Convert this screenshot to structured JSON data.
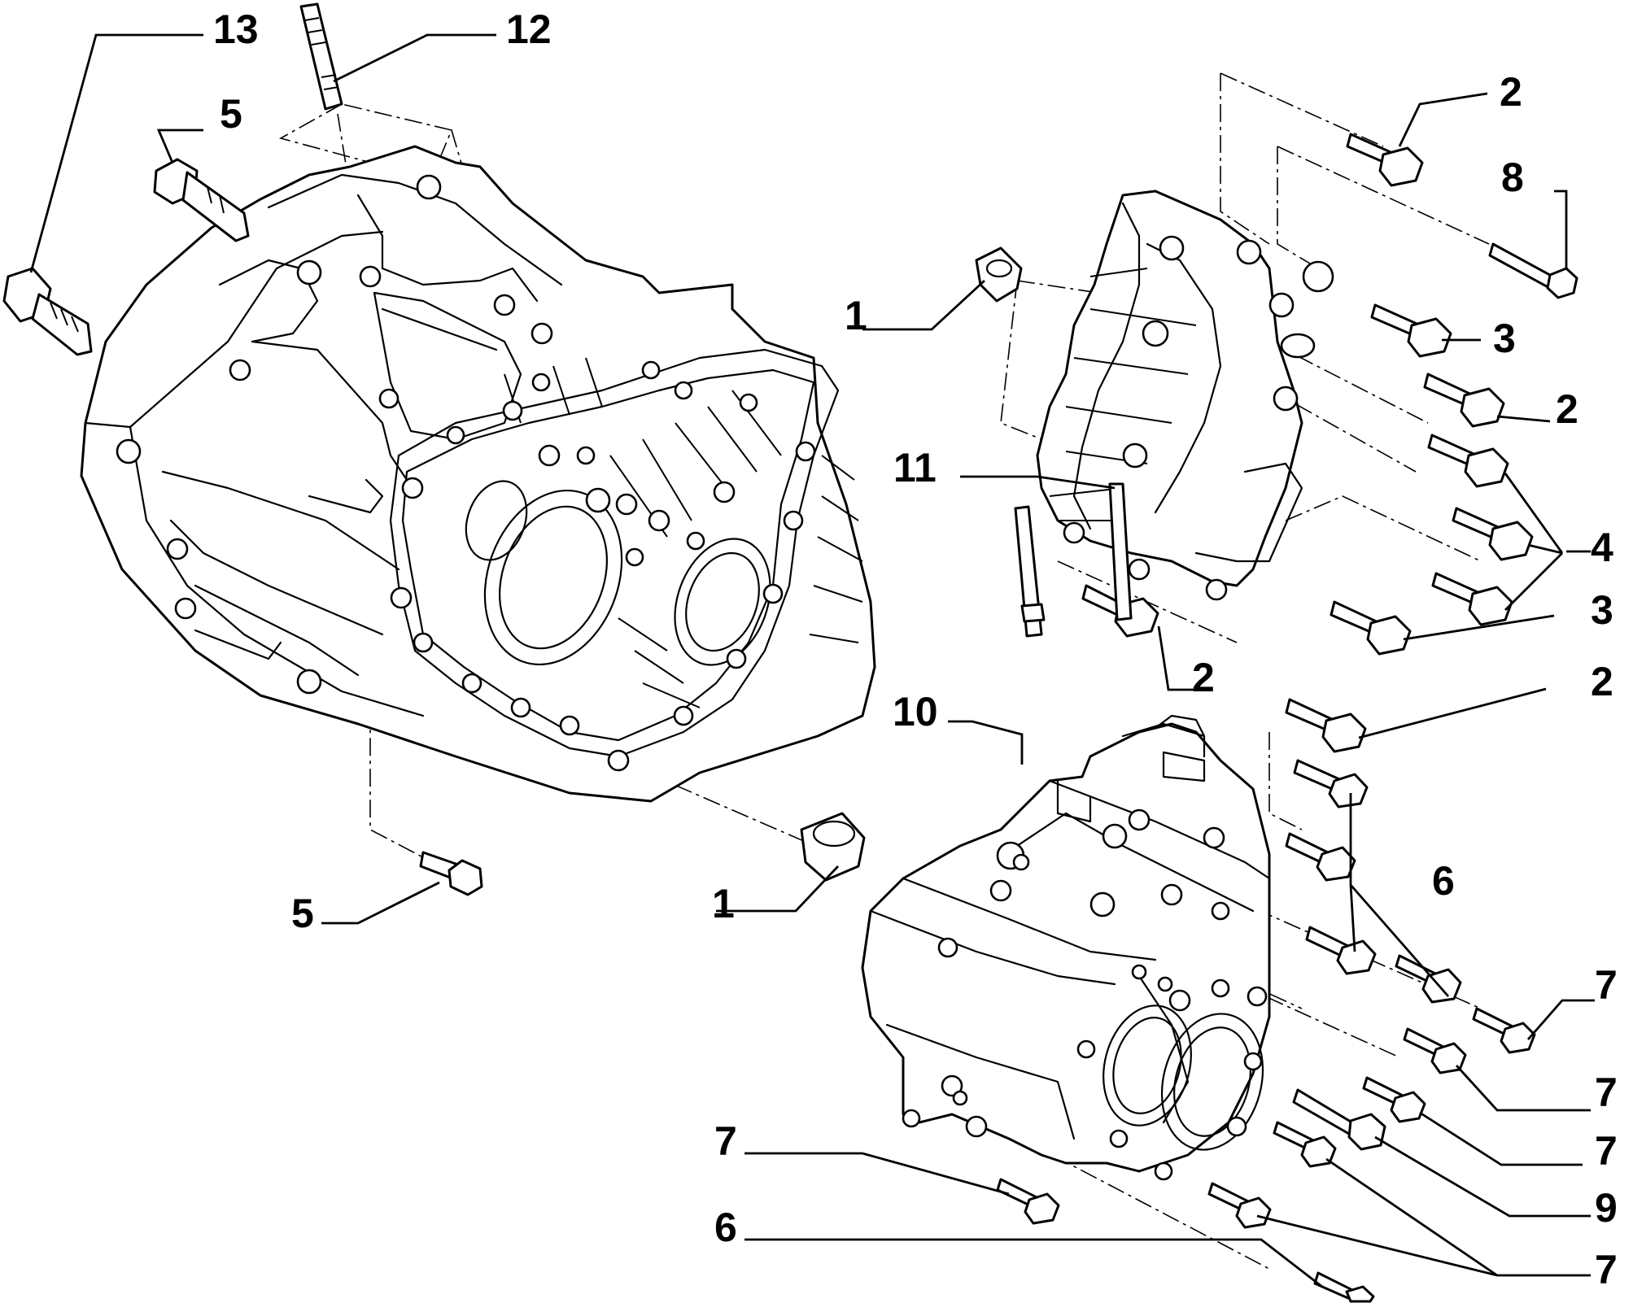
{
  "callouts": [
    {
      "id": "c13",
      "label": "13"
    },
    {
      "id": "c12",
      "label": "12"
    },
    {
      "id": "c5a",
      "label": "5"
    },
    {
      "id": "c5b",
      "label": "5"
    },
    {
      "id": "c1a",
      "label": "1"
    },
    {
      "id": "c1b",
      "label": "1"
    },
    {
      "id": "c2a",
      "label": "2"
    },
    {
      "id": "c2b",
      "label": "2"
    },
    {
      "id": "c2c",
      "label": "2"
    },
    {
      "id": "c2d",
      "label": "2"
    },
    {
      "id": "c8",
      "label": "8"
    },
    {
      "id": "c3a",
      "label": "3"
    },
    {
      "id": "c3b",
      "label": "3"
    },
    {
      "id": "c4",
      "label": "4"
    },
    {
      "id": "c11",
      "label": "11"
    },
    {
      "id": "c10",
      "label": "10"
    },
    {
      "id": "c6a",
      "label": "6"
    },
    {
      "id": "c6b",
      "label": "6"
    },
    {
      "id": "c7a",
      "label": "7"
    },
    {
      "id": "c7b",
      "label": "7"
    },
    {
      "id": "c7c",
      "label": "7"
    },
    {
      "id": "c7d",
      "label": "7"
    },
    {
      "id": "c7e",
      "label": "7"
    },
    {
      "id": "c9",
      "label": "9"
    }
  ],
  "colors": {
    "line": "#000000",
    "background": "#ffffff"
  }
}
